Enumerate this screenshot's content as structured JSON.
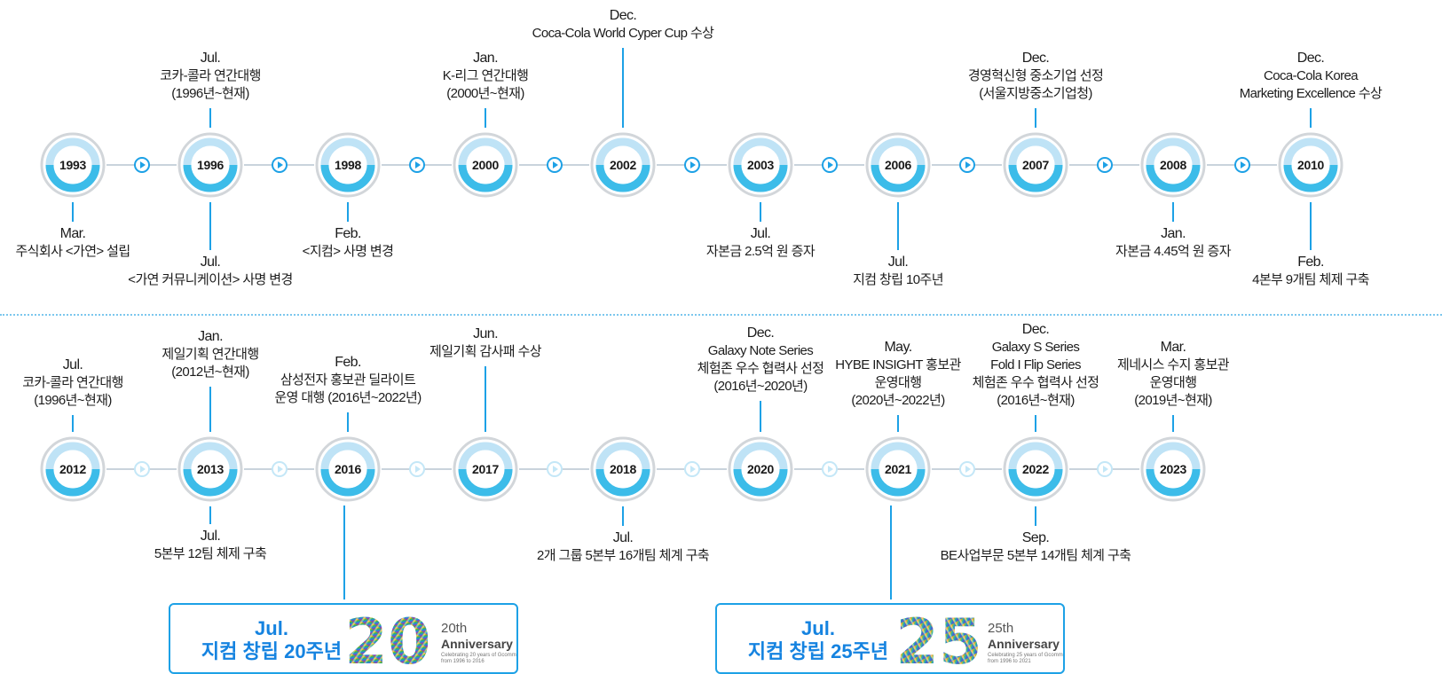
{
  "colors": {
    "accent": "#1da1e6",
    "ring_light": "#bfe3f6",
    "ring_dark": "#3cbce9",
    "grey_ring": "#d2d6da"
  },
  "row1": {
    "years": [
      "1993",
      "1996",
      "1998",
      "2000",
      "2002",
      "2003",
      "2006",
      "2007",
      "2008",
      "2010"
    ],
    "above": [
      null,
      {
        "month": "Jul.",
        "lines": [
          "코카-콜라 연간대행",
          "(1996년~현재)"
        ]
      },
      null,
      {
        "month": "Jan.",
        "lines": [
          "K-리그 연간대행",
          "(2000년~현재)"
        ]
      },
      {
        "month": "Dec.",
        "lines": [
          "Coca-Cola World Cyper Cup 수상"
        ]
      },
      null,
      null,
      {
        "month": "Dec.",
        "lines": [
          "경영혁신형 중소기업 선정",
          "(서울지방중소기업청)"
        ]
      },
      null,
      {
        "month": "Dec.",
        "lines": [
          "Coca-Cola Korea",
          "Marketing Excellence 수상"
        ]
      }
    ],
    "below": [
      {
        "month": "Mar.",
        "lines": [
          "주식회사 <가연> 설립"
        ]
      },
      {
        "month": "Jul.",
        "lines": [
          "<가연 커뮤니케이션> 사명 변경"
        ]
      },
      {
        "month": "Feb.",
        "lines": [
          "<지컴> 사명 변경"
        ]
      },
      null,
      null,
      {
        "month": "Jul.",
        "lines": [
          "자본금 2.5억 원 증자"
        ]
      },
      {
        "month": "Jul.",
        "lines": [
          "지컴 창립 10주년"
        ]
      },
      null,
      {
        "month": "Jan.",
        "lines": [
          "자본금 4.45억 원 증자"
        ]
      },
      {
        "month": "Feb.",
        "lines": [
          "4본부 9개팀 체제 구축"
        ]
      }
    ]
  },
  "row2": {
    "years": [
      "2012",
      "2013",
      "2016",
      "2017",
      "2018",
      "2020",
      "2021",
      "2022",
      "2023"
    ],
    "above": [
      {
        "month": "Jul.",
        "lines": [
          "코카-콜라 연간대행",
          "(1996년~현재)"
        ]
      },
      {
        "month": "Jan.",
        "lines": [
          "제일기획 연간대행",
          "(2012년~현재)"
        ]
      },
      {
        "month": "Feb.",
        "lines": [
          "삼성전자 홍보관 딜라이트",
          "운영 대행 (2016년~2022년)"
        ]
      },
      {
        "month": "Jun.",
        "lines": [
          "제일기획 감사패 수상"
        ]
      },
      null,
      {
        "month": "Dec.",
        "lines": [
          "Galaxy Note Series",
          "체험존 우수 협력사 선정",
          "(2016년~2020년)"
        ]
      },
      {
        "month": "May.",
        "lines": [
          "HYBE INSIGHT 홍보관",
          "운영대행",
          "(2020년~2022년)"
        ]
      },
      {
        "month": "Dec.",
        "lines": [
          "Galaxy S Series",
          "Fold I Flip Series",
          "체험존 우수 협력사 선정",
          "(2016년~현재)"
        ]
      },
      {
        "month": "Mar.",
        "lines": [
          "제네시스 수지 홍보관",
          "운영대행",
          "(2019년~현재)"
        ]
      }
    ],
    "below": [
      null,
      {
        "month": "Jul.",
        "lines": [
          "5본부 12팀 체제 구축"
        ]
      },
      null,
      null,
      {
        "month": "Jul.",
        "lines": [
          "2개 그룹  5본부 16개팀 체계 구축"
        ]
      },
      null,
      null,
      {
        "month": "Sep.",
        "lines": [
          "BE사업부문  5본부 14개팀 체계 구축"
        ]
      },
      null
    ]
  },
  "anniversaries": [
    {
      "month": "Jul.",
      "title": "지컴 창립 20주년",
      "logo_number": "20",
      "logo_suffix": "20th",
      "logo_word": "Anniversary",
      "logo_note": "Celebrating 20 years of Gcomm from 1996 to 2016"
    },
    {
      "month": "Jul.",
      "title": "지컴 창립 25주년",
      "logo_number": "25",
      "logo_suffix": "25th",
      "logo_word": "Anniversary",
      "logo_note": "Celebrating 25 years of Gcomm from 1996 to 2021"
    }
  ]
}
